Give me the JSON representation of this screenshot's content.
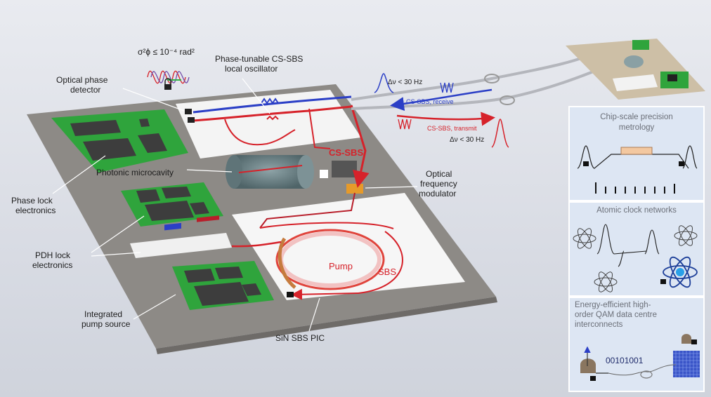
{
  "labels": {
    "phase_noise_eq": "σ²ϕ ≤ 10⁻⁴ rad²",
    "optical_phase_detector_l1": "Optical phase",
    "optical_phase_detector_l2": "detector",
    "cs_sbs_lo_l1": "Phase-tunable CS-SBS",
    "cs_sbs_lo_l2": "local oscillator",
    "photonic_microcavity": "Photonic microcavity",
    "cs_sbs": "CS-SBS",
    "phase_lock_l1": "Phase lock",
    "phase_lock_l2": "electronics",
    "pdh_lock_l1": "PDH lock",
    "pdh_lock_l2": "electronics",
    "pump_source_l1": "Integrated",
    "pump_source_l2": "pump source",
    "sin_pic": "SiN SBS PIC",
    "optical_modulator_l1": "Optical",
    "optical_modulator_l2": "frequency",
    "optical_modulator_l3": "modulator",
    "pump": "Pump",
    "sbs": "SBS",
    "linewidth_receive": "Δν < 30 Hz",
    "linewidth_transmit": "Δν < 30 Hz",
    "cs_sbs_receive": "CS-SBS, receive",
    "cs_sbs_transmit": "CS-SBS, transmit"
  },
  "applications": [
    {
      "title_lines": [
        "Chip-scale precision",
        "metrology"
      ]
    },
    {
      "title_lines": [
        "Atomic clock networks"
      ]
    },
    {
      "title_lines": [
        "Energy-efficient high-",
        "order QAM data centre",
        "interconnects"
      ],
      "bits": "00101001"
    }
  ],
  "colors": {
    "board": "#8d8a86",
    "pcb": "#2fa43c",
    "chip": "#3d3d3d",
    "red_light": "#d6222a",
    "blue_light": "#2b3fc6",
    "panel_bg": "#dde6f3"
  }
}
